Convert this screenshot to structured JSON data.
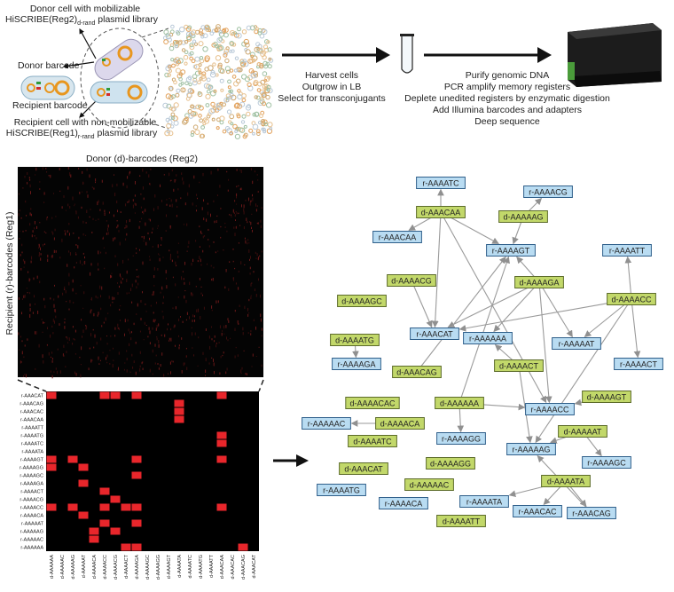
{
  "workflow": {
    "donor_cell_lines": [
      "Donor cell with mobilizable",
      "HiSCRIBE(Reg2)",
      "d-rand",
      " plasmid library"
    ],
    "donor_barcode": "Donor barcode",
    "recipient_barcode": "Recipient barcode",
    "recipient_cell_lines": [
      "Recipient cell with non-mobilizable",
      "HiSCRIBE(Reg1)",
      "r-rand",
      " plasmid library"
    ],
    "step1_lines": [
      "Harvest cells",
      "Outgrow in LB",
      "Select for transconjugants"
    ],
    "step2_lines": [
      "Purify genomic DNA",
      "PCR amplify memory registers",
      "Deplete unedited registers by enzymatic digestion",
      "Add Illumina barcodes and adapters",
      "Deep sequence"
    ]
  },
  "heatmap": {
    "title": "Donor (d)-barcodes (Reg2)",
    "ylabel": "Recipient (r)-barcodes (Reg1)"
  },
  "zoom": {
    "rows": [
      "r-AAACAT",
      "r-AAACAG",
      "r-AAACAC",
      "r-AAACAA",
      "r-AAAATT",
      "r-AAAATG",
      "r-AAAATC",
      "r-AAAATA",
      "r-AAAAGT",
      "r-AAAAGG",
      "r-AAAAGC",
      "r-AAAAGA",
      "r-AAAACT",
      "r-AAAACG",
      "r-AAAACC",
      "r-AAAACA",
      "r-AAAAAT",
      "r-AAAAAG",
      "r-AAAAAC",
      "r-AAAAAA"
    ],
    "cols": [
      "d-AAAAAA",
      "d-AAAAAC",
      "d-AAAAAG",
      "d-AAAAAT",
      "d-AAAACA",
      "d-AAAACC",
      "d-AAAACG",
      "d-AAAACT",
      "d-AAAAGA",
      "d-AAAAGC",
      "d-AAAAGG",
      "d-AAAAGT",
      "d-AAAATA",
      "d-AAAATC",
      "d-AAAATG",
      "d-AAAATT",
      "d-AAACAA",
      "d-AAACAC",
      "d-AAACAG",
      "d-AAACAT"
    ],
    "cells": [
      [
        0,
        0
      ],
      [
        0,
        5
      ],
      [
        0,
        6
      ],
      [
        0,
        8
      ],
      [
        0,
        16
      ],
      [
        1,
        12
      ],
      [
        2,
        12
      ],
      [
        3,
        12
      ],
      [
        5,
        16
      ],
      [
        6,
        16
      ],
      [
        8,
        0
      ],
      [
        8,
        2
      ],
      [
        8,
        8
      ],
      [
        8,
        16
      ],
      [
        9,
        0
      ],
      [
        9,
        3
      ],
      [
        10,
        8
      ],
      [
        11,
        3
      ],
      [
        12,
        5
      ],
      [
        13,
        6
      ],
      [
        14,
        0
      ],
      [
        14,
        2
      ],
      [
        14,
        5
      ],
      [
        14,
        7
      ],
      [
        14,
        8
      ],
      [
        14,
        16
      ],
      [
        15,
        3
      ],
      [
        16,
        5
      ],
      [
        16,
        8
      ],
      [
        17,
        4
      ],
      [
        17,
        6
      ],
      [
        18,
        4
      ],
      [
        19,
        7
      ],
      [
        19,
        8
      ],
      [
        19,
        18
      ]
    ]
  },
  "network": {
    "nodes": [
      {
        "id": "r1",
        "label": "r-AAAATC",
        "kind": "r"
      },
      {
        "id": "r2",
        "label": "r-AAAACG",
        "kind": "r"
      },
      {
        "id": "d1",
        "label": "d-AAACAA",
        "kind": "d"
      },
      {
        "id": "d2",
        "label": "d-AAAAAG",
        "kind": "d"
      },
      {
        "id": "r3",
        "label": "r-AAACAA",
        "kind": "r"
      },
      {
        "id": "r4",
        "label": "r-AAAAGT",
        "kind": "r"
      },
      {
        "id": "r5",
        "label": "r-AAAATT",
        "kind": "r"
      },
      {
        "id": "d3",
        "label": "d-AAAACG",
        "kind": "d"
      },
      {
        "id": "d4",
        "label": "d-AAAAGA",
        "kind": "d"
      },
      {
        "id": "d5",
        "label": "d-AAAAGC",
        "kind": "d"
      },
      {
        "id": "d6",
        "label": "d-AAAACC",
        "kind": "d"
      },
      {
        "id": "r6",
        "label": "r-AAACAT",
        "kind": "r"
      },
      {
        "id": "r7",
        "label": "r-AAAAAA",
        "kind": "r"
      },
      {
        "id": "d7",
        "label": "d-AAAATG",
        "kind": "d"
      },
      {
        "id": "r8",
        "label": "r-AAAAAT",
        "kind": "r"
      },
      {
        "id": "r9",
        "label": "r-AAAAGA",
        "kind": "r"
      },
      {
        "id": "d8",
        "label": "d-AAACAG",
        "kind": "d"
      },
      {
        "id": "d9",
        "label": "d-AAAACT",
        "kind": "d"
      },
      {
        "id": "r10",
        "label": "r-AAAACT",
        "kind": "r"
      },
      {
        "id": "d10",
        "label": "d-AAAACAC",
        "kind": "d"
      },
      {
        "id": "d11",
        "label": "d-AAAAGT",
        "kind": "d"
      },
      {
        "id": "d12",
        "label": "d-AAAAAA",
        "kind": "d"
      },
      {
        "id": "r11",
        "label": "r-AAAACC",
        "kind": "r"
      },
      {
        "id": "r12",
        "label": "r-AAAAAC",
        "kind": "r"
      },
      {
        "id": "d13",
        "label": "d-AAAACA",
        "kind": "d"
      },
      {
        "id": "r13",
        "label": "r-AAAAGG",
        "kind": "r"
      },
      {
        "id": "d14",
        "label": "d-AAAAAT",
        "kind": "d"
      },
      {
        "id": "d15",
        "label": "d-AAAATC",
        "kind": "d"
      },
      {
        "id": "r14",
        "label": "r-AAAAAG",
        "kind": "r"
      },
      {
        "id": "r15",
        "label": "r-AAAAGC",
        "kind": "r"
      },
      {
        "id": "d16",
        "label": "d-AAACAT",
        "kind": "d"
      },
      {
        "id": "d17",
        "label": "d-AAAAGG",
        "kind": "d"
      },
      {
        "id": "d18",
        "label": "d-AAAAAC",
        "kind": "d"
      },
      {
        "id": "d19",
        "label": "d-AAAATA",
        "kind": "d"
      },
      {
        "id": "r16",
        "label": "r-AAAATG",
        "kind": "r"
      },
      {
        "id": "r17",
        "label": "r-AAAACA",
        "kind": "r"
      },
      {
        "id": "r18",
        "label": "r-AAAATA",
        "kind": "r"
      },
      {
        "id": "r19",
        "label": "r-AAACAC",
        "kind": "r"
      },
      {
        "id": "r20",
        "label": "r-AAACAG",
        "kind": "r"
      },
      {
        "id": "d20",
        "label": "d-AAAATT",
        "kind": "d"
      }
    ],
    "edges": [
      [
        "d1",
        "r1"
      ],
      [
        "d1",
        "r3"
      ],
      [
        "d1",
        "r4"
      ],
      [
        "d1",
        "r6"
      ],
      [
        "d1",
        "r11"
      ],
      [
        "d2",
        "r2"
      ],
      [
        "d2",
        "r4"
      ],
      [
        "d3",
        "r6"
      ],
      [
        "d4",
        "r4"
      ],
      [
        "d4",
        "r8"
      ],
      [
        "d4",
        "r7"
      ],
      [
        "d4",
        "r11"
      ],
      [
        "d4",
        "r6"
      ],
      [
        "d6",
        "r5"
      ],
      [
        "d6",
        "r10"
      ],
      [
        "d6",
        "r6"
      ],
      [
        "d6",
        "r8"
      ],
      [
        "d6",
        "r14"
      ],
      [
        "d7",
        "r9"
      ],
      [
        "d9",
        "r7"
      ],
      [
        "d9",
        "r14"
      ],
      [
        "d11",
        "r11"
      ],
      [
        "d12",
        "r4"
      ],
      [
        "d12",
        "r11"
      ],
      [
        "d12",
        "r13"
      ],
      [
        "d13",
        "r12"
      ],
      [
        "d14",
        "r14"
      ],
      [
        "d14",
        "r15"
      ],
      [
        "d19",
        "r18"
      ],
      [
        "d19",
        "r19"
      ],
      [
        "d19",
        "r20"
      ],
      [
        "r20",
        "r14"
      ],
      [
        "d8",
        "r4"
      ]
    ]
  }
}
